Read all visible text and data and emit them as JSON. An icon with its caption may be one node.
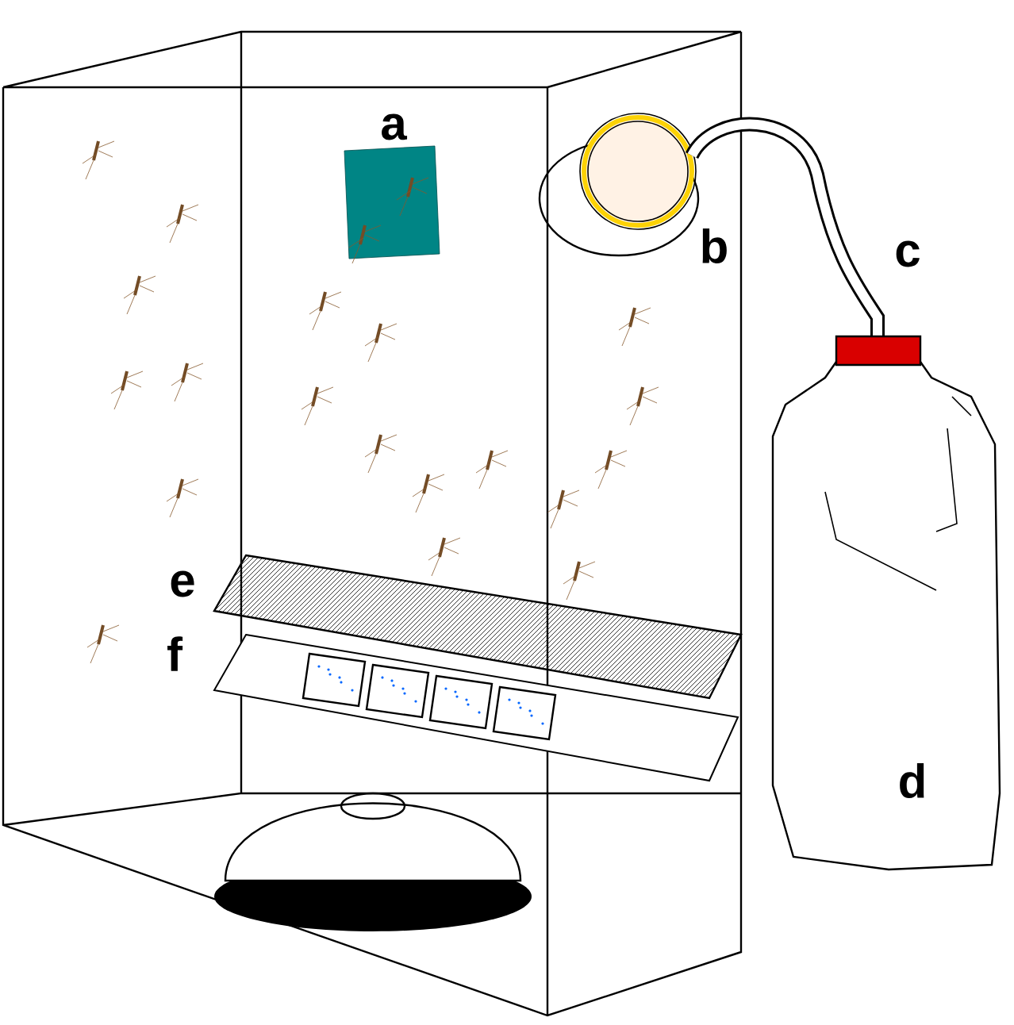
{
  "diagram": {
    "labels": [
      "a",
      "b",
      "c",
      "d",
      "e",
      "f"
    ]
  }
}
